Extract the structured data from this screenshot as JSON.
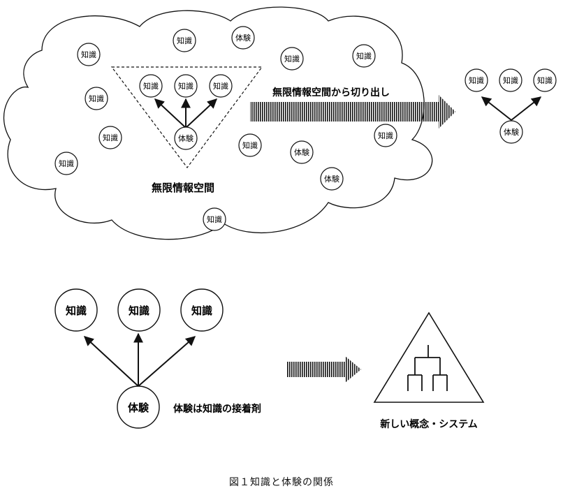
{
  "cloud": {
    "label": "無限情報空間",
    "bubbles": [
      {
        "label": "知識"
      },
      {
        "label": "体験"
      },
      {
        "label": "知識"
      },
      {
        "label": "知識"
      },
      {
        "label": "知識"
      },
      {
        "label": "知識"
      },
      {
        "label": "知識"
      },
      {
        "label": "知識"
      },
      {
        "label": "知識"
      },
      {
        "label": "知識"
      },
      {
        "label": "体験"
      },
      {
        "label": "体験"
      },
      {
        "label": "知識"
      }
    ]
  },
  "cutout_group": {
    "knowledge": [
      "知識",
      "知識",
      "知識"
    ],
    "experience": "体験"
  },
  "arrow_label": "無限情報空間から切り出し",
  "extracted_group": {
    "knowledge": [
      "知識",
      "知識",
      "知識"
    ],
    "experience": "体験"
  },
  "bottom_group": {
    "knowledge": [
      "知識",
      "知識",
      "知識"
    ],
    "experience": "体験",
    "note": "体験は知識の接着剤"
  },
  "system_label": "新しい概念・システム",
  "caption": "図１知識と体験の関係"
}
